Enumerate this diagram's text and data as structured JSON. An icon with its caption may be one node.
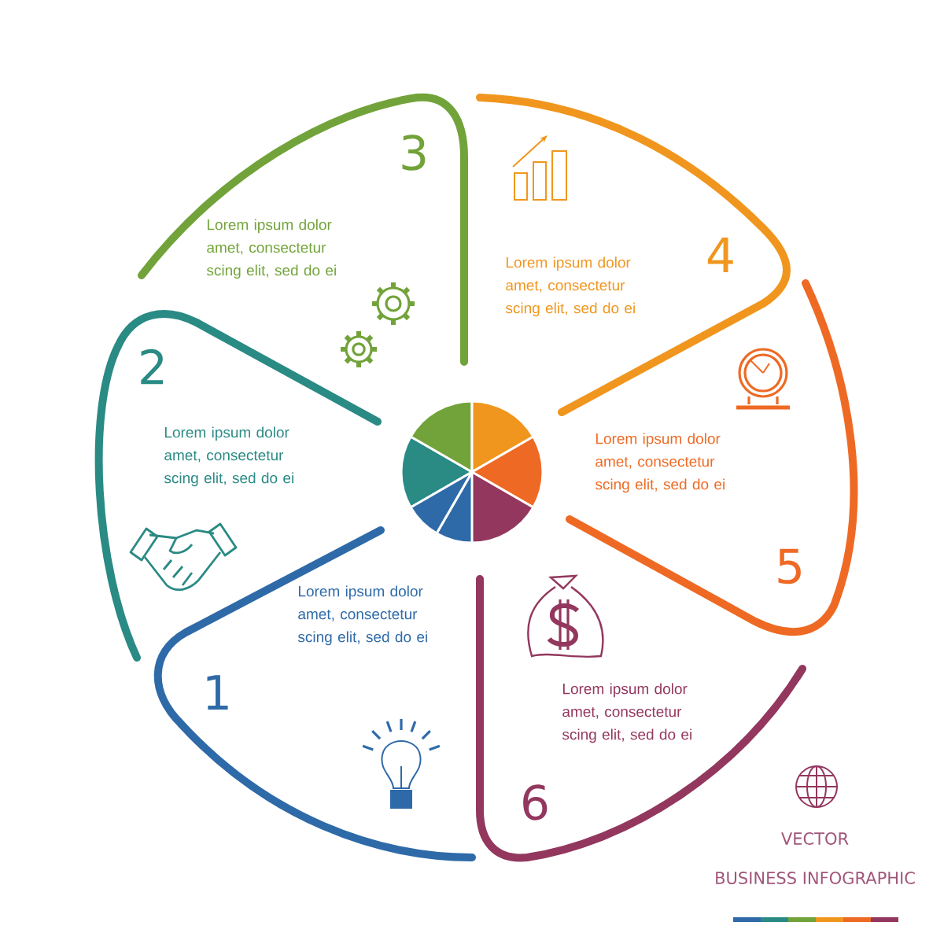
{
  "diagram": {
    "nodes": [
      {
        "text": [
          "1",
          "Lorem ipsum dolor amet, consectetur scing elit, sed do ei"
        ]
      },
      {
        "text": [
          "2",
          "Lorem ipsum dolor amet, consectetur scing elit, sed do ei"
        ]
      },
      {
        "text": [
          "3",
          "Lorem ipsum dolor amet, consectetur scing elit, sed do ei"
        ]
      },
      {
        "text": [
          "4",
          "Lorem ipsum dolor amet, consectetur scing elit, sed do ei"
        ]
      },
      {
        "text": [
          "5",
          "Lorem ipsum dolor amet, consectetur scing elit, sed do ei"
        ]
      },
      {
        "text": [
          "6",
          "Lorem ipsum dolor amet, consectetur scing elit, sed do ei"
        ]
      }
    ],
    "labels": [
      "VECTOR",
      "BUSINESS INFOGRAPHIC"
    ]
  }
}
